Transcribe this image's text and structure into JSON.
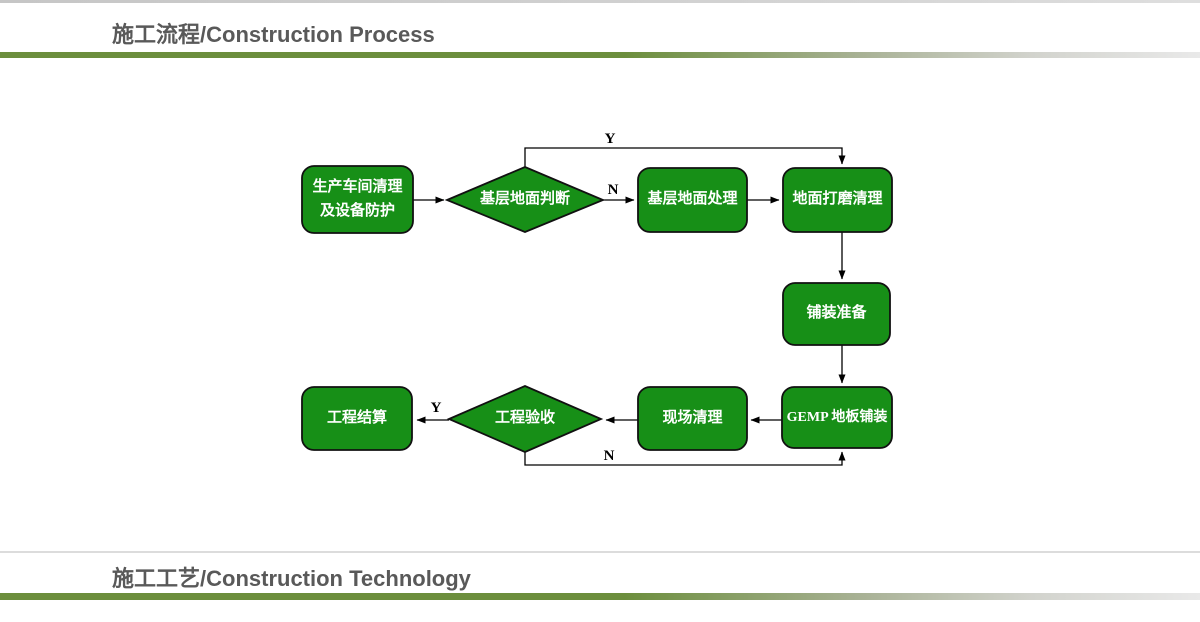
{
  "top_section": {
    "title": "施工流程/Construction Process"
  },
  "bottom_section": {
    "title": "施工工艺/Construction Technology"
  },
  "colors": {
    "title_text": "#595959",
    "bar_green": "#6c8e3d",
    "node_fill": "#178f17",
    "node_border": "#111111",
    "node_text": "#ffffff",
    "edge_line": "#000000"
  },
  "flowchart": {
    "nodes": {
      "workshop_cleaning": "生产车间清理\n及设备防护",
      "base_floor_judge": "基层地面判断",
      "base_floor_treat": "基层地面处理",
      "floor_grinding": "地面打磨清理",
      "paving_prep": "铺装准备",
      "gemp_paving": "GEMP 地板铺装",
      "site_cleaning": "现场清理",
      "acceptance": "工程验收",
      "settlement": "工程结算"
    },
    "edge_labels": {
      "judge_yes": "Y",
      "judge_no": "N",
      "accept_yes": "Y",
      "accept_no": "N"
    }
  }
}
